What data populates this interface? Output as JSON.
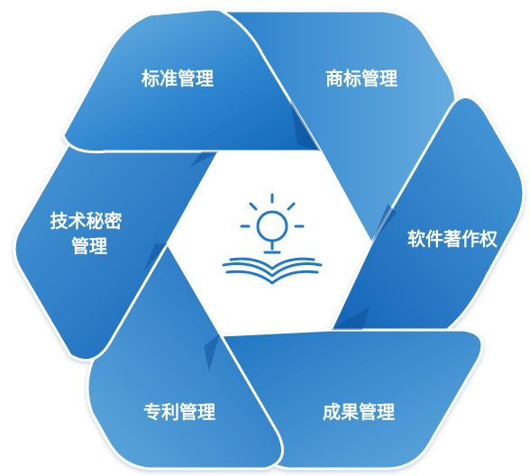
{
  "diagram": {
    "segments": [
      {
        "id": "standard",
        "lines": [
          "标准管理"
        ]
      },
      {
        "id": "trademark",
        "lines": [
          "商标管理"
        ]
      },
      {
        "id": "software",
        "lines": [
          "软件著作权"
        ]
      },
      {
        "id": "results",
        "lines": [
          "成果管理"
        ]
      },
      {
        "id": "patent",
        "lines": [
          "专利管理"
        ]
      },
      {
        "id": "tech-secret",
        "lines": [
          "技术秘密",
          "管理"
        ]
      }
    ],
    "colors": {
      "blue_light": "#5fa8dc",
      "blue_mid": "#2f86cf",
      "blue_dark": "#0e5eb0",
      "fold_shadow": "#0b4f98",
      "icon": "#1f78c8"
    },
    "center_icon": "lightbulb-book-icon"
  }
}
